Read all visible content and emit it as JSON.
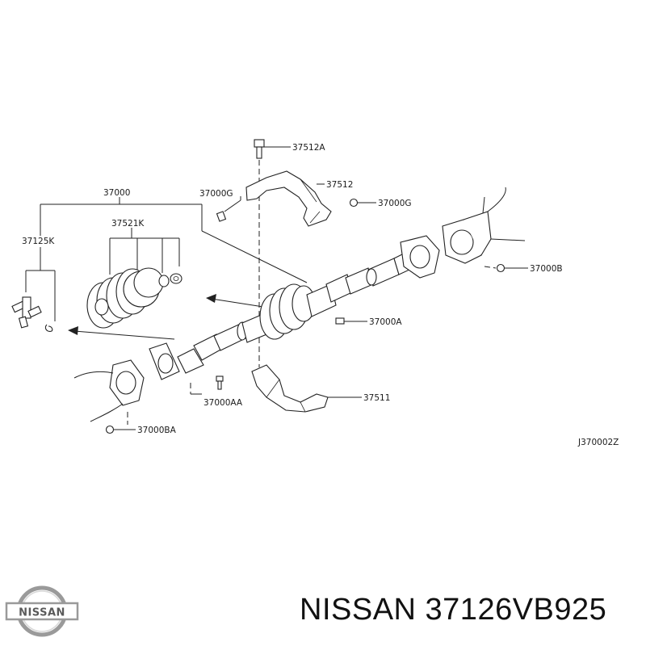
{
  "callouts": {
    "c37512A": "37512A",
    "c37512": "37512",
    "c37000": "37000",
    "c37000G_left": "37000G",
    "c37000G_right": "37000G",
    "c37521K": "37521K",
    "c37125K": "37125K",
    "c37000B": "37000B",
    "c37000A": "37000A",
    "c37000AA": "37000AA",
    "c37511": "37511",
    "c37000BA": "37000BA"
  },
  "diagram_code": "J370002Z",
  "footer": {
    "logo_text": "NISSAN",
    "brand_part": "NISSAN 37126VB925"
  },
  "colors": {
    "line": "#222222",
    "background": "#ffffff",
    "logo_metal": "#9a9a9a"
  }
}
